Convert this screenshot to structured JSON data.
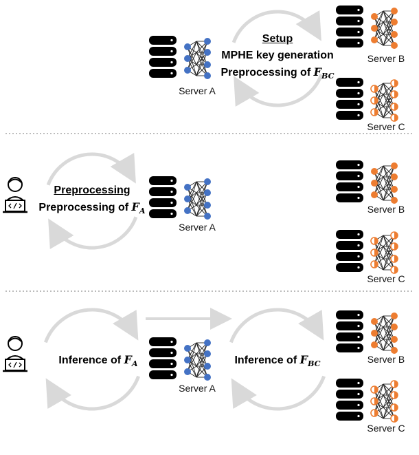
{
  "colors": {
    "server_a_nodes": "#4472c4",
    "server_bc_nodes": "#ed7d31",
    "cycle_arrows": "#d9d9d9",
    "separators": "#a6a6a6",
    "database": "#000000"
  },
  "icons": {
    "database": "database-icon",
    "neural_network": "neural-network-icon",
    "user": "user-at-laptop-icon",
    "cycle": "cycle-arrow-icon",
    "forward": "forward-arrow-icon"
  },
  "labels": {
    "server_a": "Server A",
    "server_b": "Server B",
    "server_c": "Server C"
  },
  "setup": {
    "title": "Setup",
    "line1": "MPHE key generation",
    "line2_prefix": "Preprocessing of ",
    "line2_math": "F",
    "line2_sub": "BC"
  },
  "preprocessing": {
    "title": "Preprocessing",
    "line1_prefix": "Preprocessing of ",
    "line1_math": "F",
    "line1_sub": "A"
  },
  "inference": {
    "a_prefix": "Inference of ",
    "a_math": "F",
    "a_sub": "A",
    "bc_prefix": "Inference of ",
    "bc_math": "F",
    "bc_sub": "BC"
  }
}
